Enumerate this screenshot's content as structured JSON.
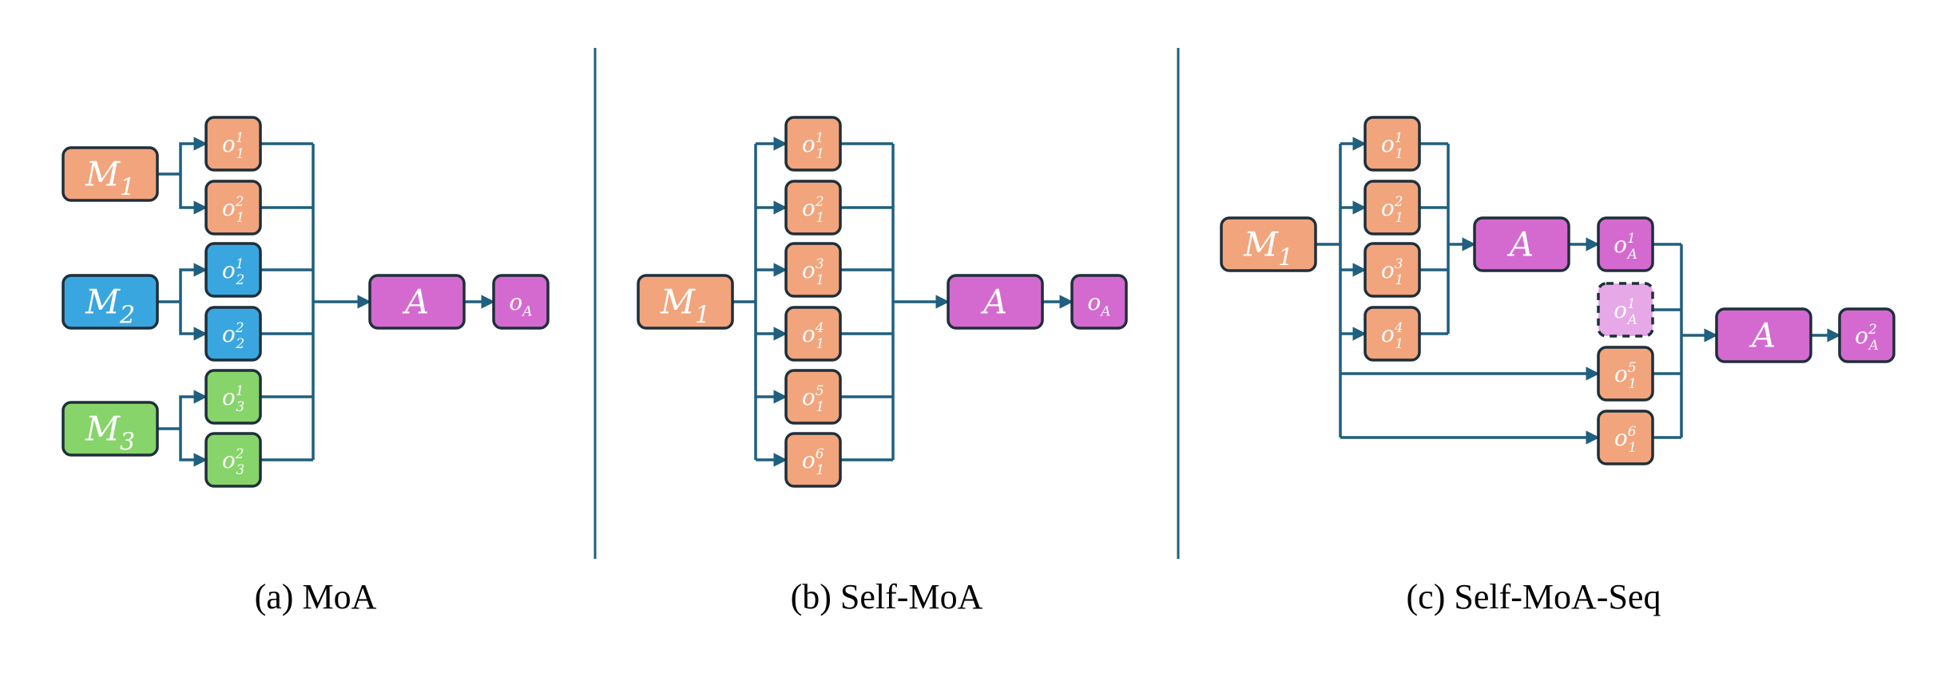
{
  "colors": {
    "line": "#1f5f7f",
    "box_stroke": "#1e2f3a",
    "orange": "#f2a47c",
    "blue": "#3aa6df",
    "green": "#86d46a",
    "magenta": "#d46ad0",
    "magenta_light": "#e6a8e6",
    "white": "#ffffff"
  },
  "panels": [
    {
      "caption": "(a) MoA",
      "models": [
        {
          "base": "M",
          "sub": "1",
          "color": "orange"
        },
        {
          "base": "M",
          "sub": "2",
          "color": "blue"
        },
        {
          "base": "M",
          "sub": "3",
          "color": "green"
        }
      ],
      "outputs": [
        {
          "base": "o",
          "sub": "1",
          "sup": "1",
          "color": "orange"
        },
        {
          "base": "o",
          "sub": "1",
          "sup": "2",
          "color": "orange"
        },
        {
          "base": "o",
          "sub": "2",
          "sup": "1",
          "color": "blue"
        },
        {
          "base": "o",
          "sub": "2",
          "sup": "2",
          "color": "blue"
        },
        {
          "base": "o",
          "sub": "3",
          "sup": "1",
          "color": "green"
        },
        {
          "base": "o",
          "sub": "3",
          "sup": "2",
          "color": "green"
        }
      ],
      "aggregator": {
        "label": "A",
        "color": "magenta"
      },
      "final": {
        "base": "o",
        "sub": "A",
        "sup": "",
        "color": "magenta"
      }
    },
    {
      "caption": "(b) Self-MoA",
      "models": [
        {
          "base": "M",
          "sub": "1",
          "color": "orange"
        }
      ],
      "outputs": [
        {
          "base": "o",
          "sub": "1",
          "sup": "1",
          "color": "orange"
        },
        {
          "base": "o",
          "sub": "1",
          "sup": "2",
          "color": "orange"
        },
        {
          "base": "o",
          "sub": "1",
          "sup": "3",
          "color": "orange"
        },
        {
          "base": "o",
          "sub": "1",
          "sup": "4",
          "color": "orange"
        },
        {
          "base": "o",
          "sub": "1",
          "sup": "5",
          "color": "orange"
        },
        {
          "base": "o",
          "sub": "1",
          "sup": "6",
          "color": "orange"
        }
      ],
      "aggregator": {
        "label": "A",
        "color": "magenta"
      },
      "final": {
        "base": "o",
        "sub": "A",
        "sup": "",
        "color": "magenta"
      }
    },
    {
      "caption": "(c) Self-MoA-Seq",
      "models": [
        {
          "base": "M",
          "sub": "1",
          "color": "orange"
        }
      ],
      "outputs": [
        {
          "base": "o",
          "sub": "1",
          "sup": "1",
          "color": "orange"
        },
        {
          "base": "o",
          "sub": "1",
          "sup": "2",
          "color": "orange"
        },
        {
          "base": "o",
          "sub": "1",
          "sup": "3",
          "color": "orange"
        },
        {
          "base": "o",
          "sub": "1",
          "sup": "4",
          "color": "orange"
        }
      ],
      "aggregator": {
        "label": "A",
        "color": "magenta"
      },
      "intermediate": {
        "base": "o",
        "sub": "A",
        "sup": "1",
        "color": "magenta"
      },
      "intermediate_copy": {
        "base": "o",
        "sub": "A",
        "sup": "1",
        "color": "magenta_light"
      },
      "new_outputs": [
        {
          "base": "o",
          "sub": "1",
          "sup": "5",
          "color": "orange"
        },
        {
          "base": "o",
          "sub": "1",
          "sup": "6",
          "color": "orange"
        }
      ],
      "aggregator2": {
        "label": "A",
        "color": "magenta"
      },
      "final": {
        "base": "o",
        "sub": "A",
        "sup": "2",
        "color": "magenta"
      }
    }
  ]
}
